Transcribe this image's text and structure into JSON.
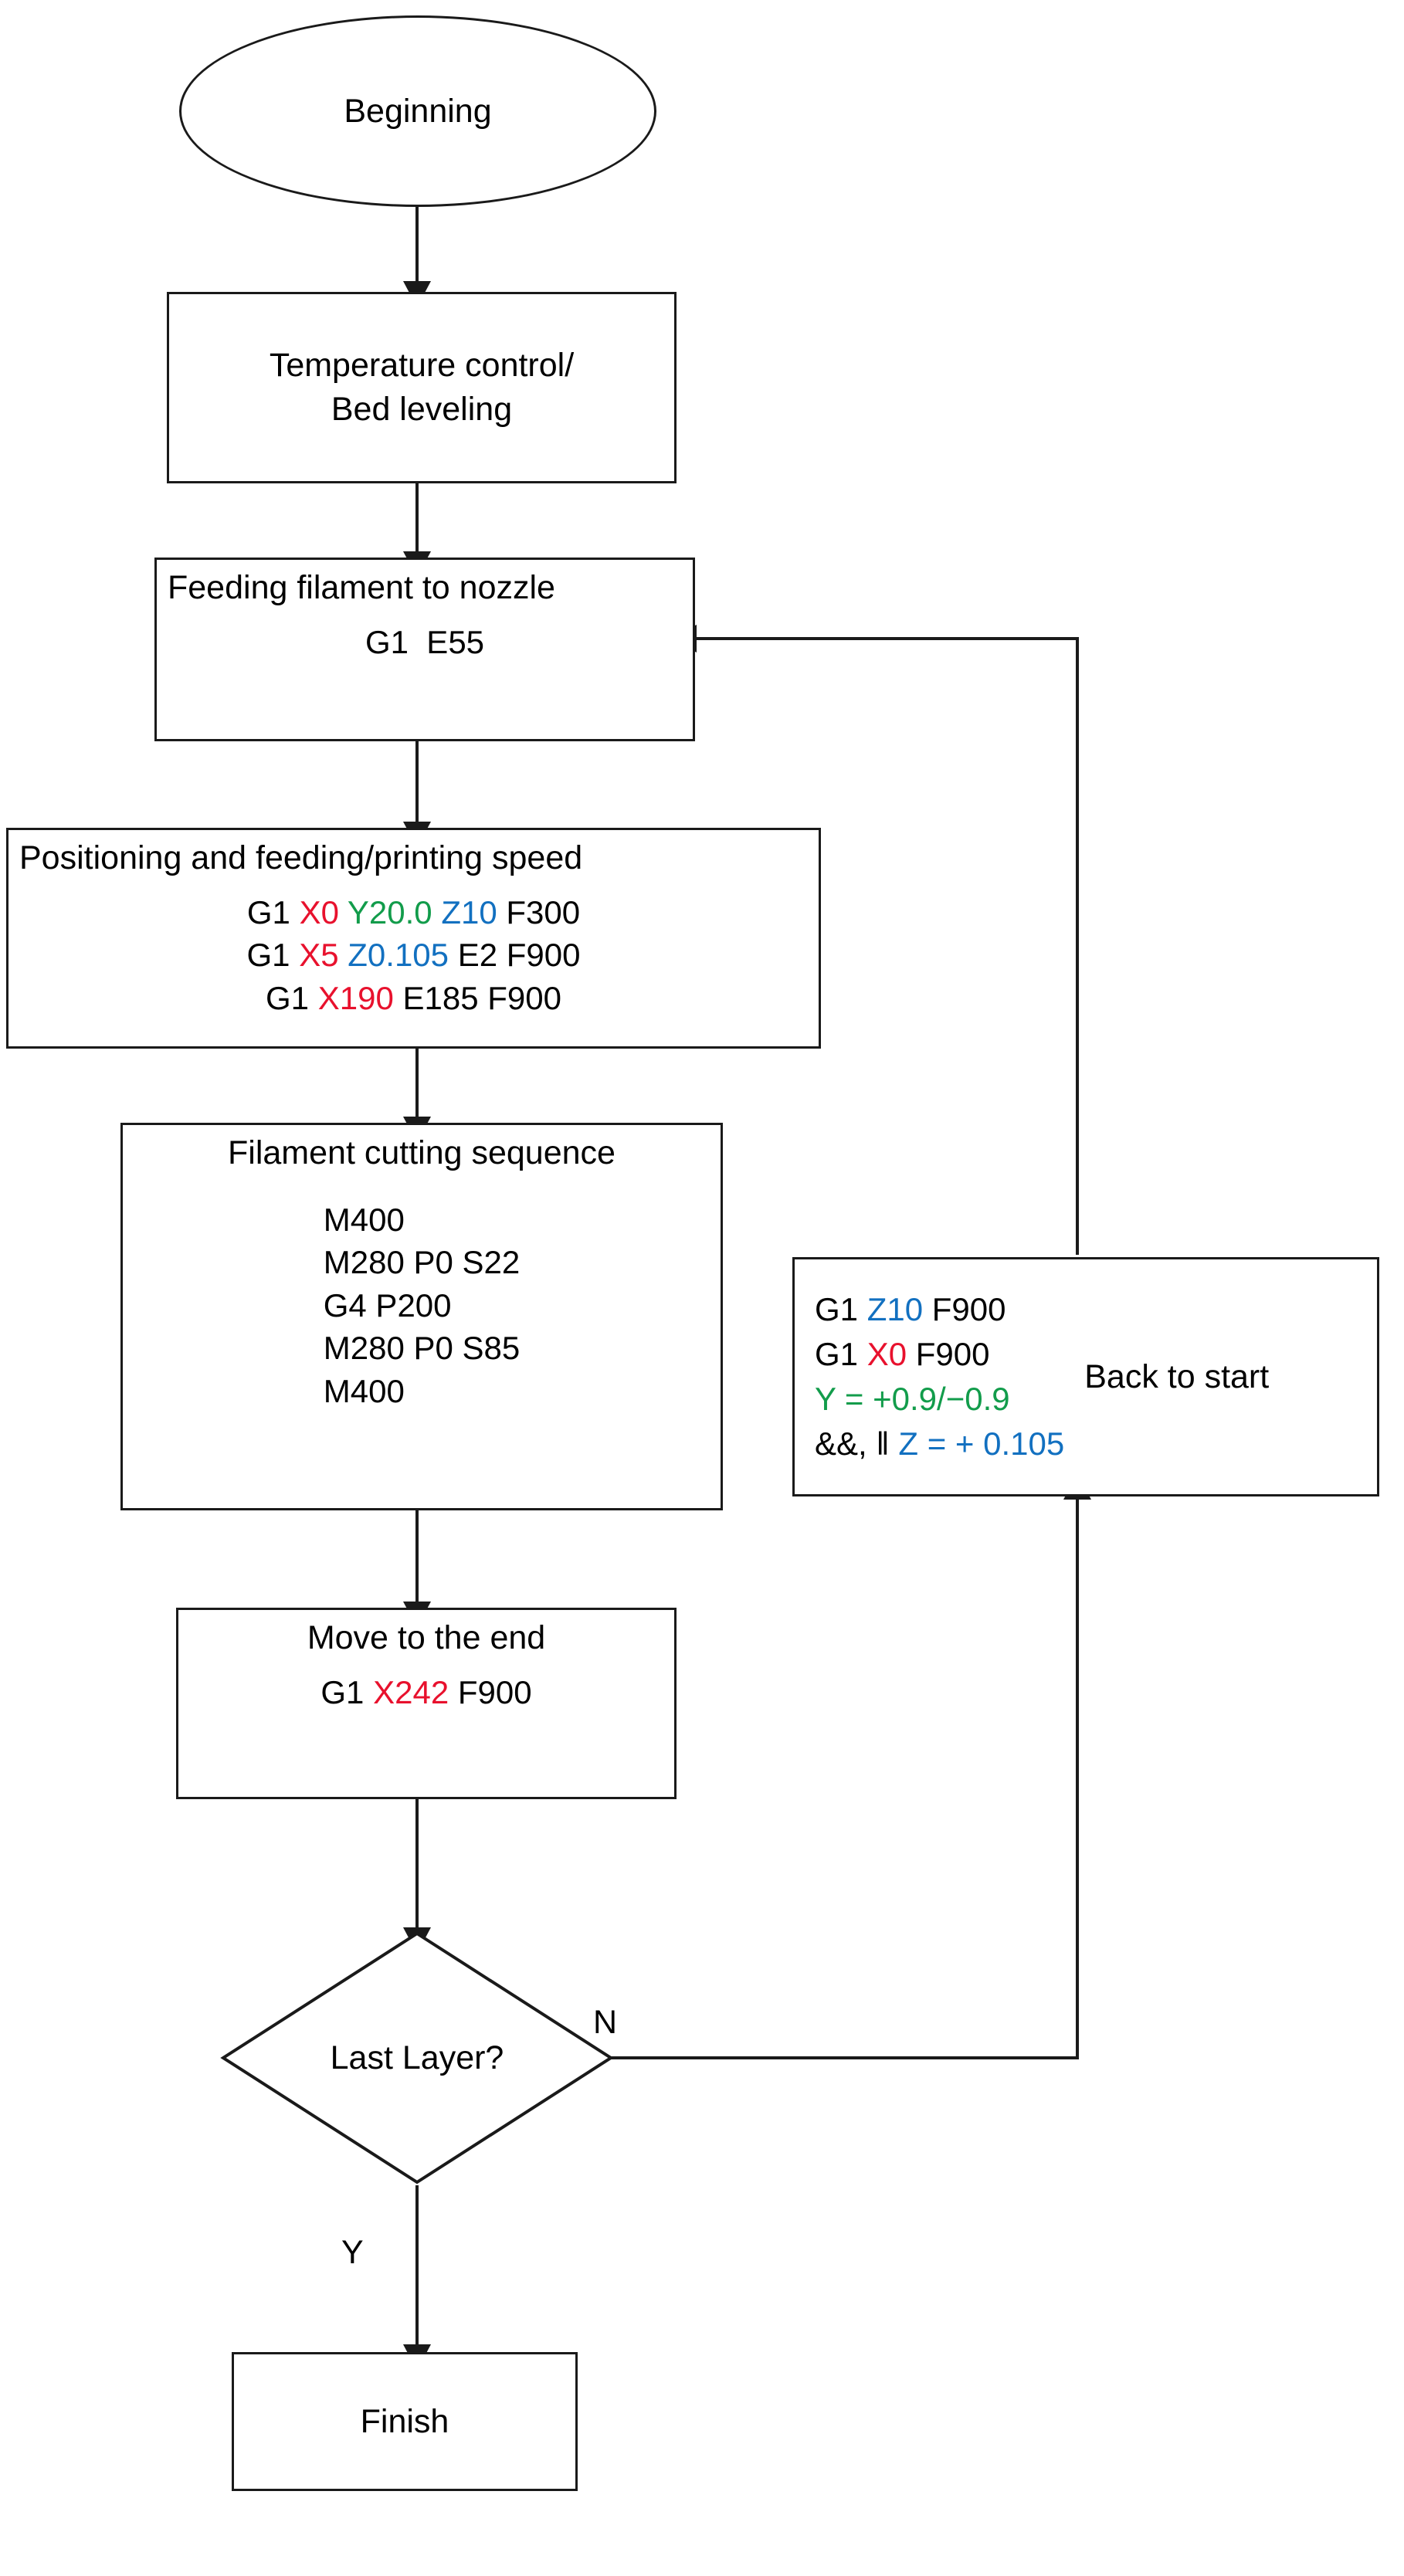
{
  "colors": {
    "x_axis": "#e8112d",
    "y_axis": "#129c4b",
    "z_axis": "#1270c0",
    "text": "#000000",
    "stroke": "#1a1a1a",
    "background": "#ffffff"
  },
  "nodes": {
    "beginning": {
      "label": "Beginning",
      "shape": "ellipse"
    },
    "temperature": {
      "title": "Temperature control/\nBed leveling",
      "shape": "process"
    },
    "feeding": {
      "title": "Feeding filament to nozzle",
      "code": [
        "G1  E55"
      ],
      "shape": "process"
    },
    "positioning": {
      "title": "Positioning and feeding/printing speed",
      "code_lines": [
        [
          {
            "text": "G1 ",
            "color": "plain"
          },
          {
            "text": "X0",
            "color": "x"
          },
          {
            "text": " ",
            "color": "plain"
          },
          {
            "text": "Y20.0",
            "color": "y"
          },
          {
            "text": " ",
            "color": "plain"
          },
          {
            "text": "Z10",
            "color": "z"
          },
          {
            "text": " F300",
            "color": "plain"
          }
        ],
        [
          {
            "text": "G1 ",
            "color": "plain"
          },
          {
            "text": "X5",
            "color": "x"
          },
          {
            "text": " ",
            "color": "plain"
          },
          {
            "text": "Z0.105",
            "color": "z"
          },
          {
            "text": " E2 F900",
            "color": "plain"
          }
        ],
        [
          {
            "text": "G1 ",
            "color": "plain"
          },
          {
            "text": "X190",
            "color": "x"
          },
          {
            "text": " E185 F900",
            "color": "plain"
          }
        ]
      ],
      "shape": "process"
    },
    "cutting": {
      "title": "Filament cutting sequence",
      "code": [
        "M400",
        "M280 P0 S22",
        "G4 P200",
        "M280 P0 S85",
        "M400"
      ],
      "shape": "process"
    },
    "move_end": {
      "title": "Move to the end",
      "code_lines": [
        [
          {
            "text": "G1 ",
            "color": "plain"
          },
          {
            "text": "X242",
            "color": "x"
          },
          {
            "text": " F900",
            "color": "plain"
          }
        ]
      ],
      "shape": "process"
    },
    "decision": {
      "label": "Last Layer?",
      "shape": "diamond"
    },
    "finish": {
      "label": "Finish",
      "shape": "process"
    },
    "back_to_start": {
      "label": "Back to start",
      "code_lines": [
        [
          {
            "text": "G1 ",
            "color": "plain"
          },
          {
            "text": "Z10",
            "color": "z"
          },
          {
            "text": " F900",
            "color": "plain"
          }
        ],
        [
          {
            "text": "G1 ",
            "color": "plain"
          },
          {
            "text": "X0",
            "color": "x"
          },
          {
            "text": " F900",
            "color": "plain"
          }
        ],
        [
          {
            "text": "Y = +0.9/−0.9",
            "color": "y"
          }
        ],
        [
          {
            "text": "&&, ǁ ",
            "color": "plain"
          },
          {
            "text": "Z = + 0.105",
            "color": "z"
          }
        ]
      ],
      "shape": "process"
    }
  },
  "edge_labels": {
    "no_branch": "N",
    "yes_branch": "Y"
  }
}
